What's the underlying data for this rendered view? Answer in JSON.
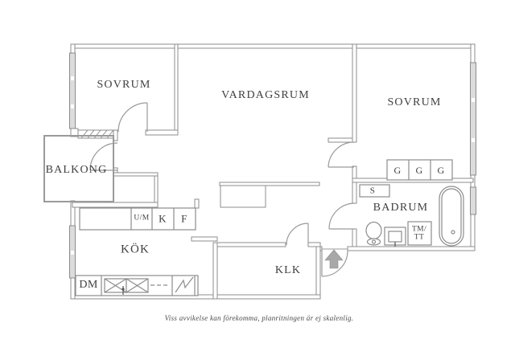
{
  "rooms": {
    "sovrum1": "SOVRUM",
    "vardagsrum": "VARDAGSRUM",
    "sovrum2": "SOVRUM",
    "balkong": "BALKONG",
    "kok": "KÖK",
    "klk": "KLK",
    "badrum": "BADRUM"
  },
  "fixtures": {
    "um": "U/M",
    "kyl": "K",
    "frys": "F",
    "dm": "DM",
    "g": "G",
    "s": "S",
    "tm1": "TM/",
    "tm2": "TT"
  },
  "caption": "Viss avvikelse kan förekomma, planritningen är ej skalenlig.",
  "colors": {
    "wall": "#8c8c8c",
    "label_text": "#3f3f3f",
    "window_fill": "#dcdcdc",
    "entry_arrow": "#a8a8a8"
  }
}
